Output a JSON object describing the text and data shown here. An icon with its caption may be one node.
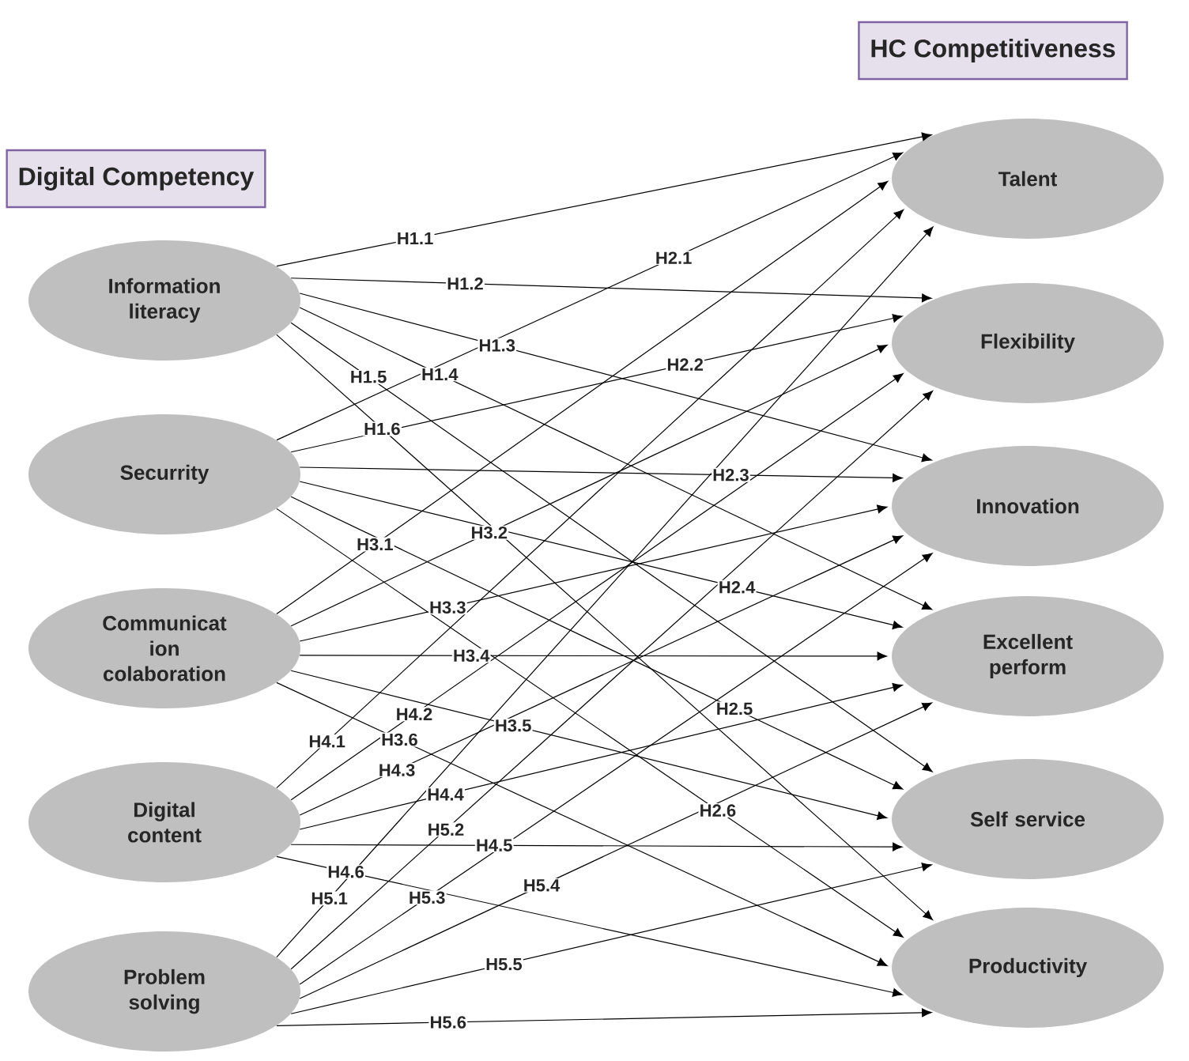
{
  "diagram": {
    "nodes": [
      {
        "text": [
          "Digital Competency"
        ]
      },
      {
        "text": [
          "HC Competitiveness"
        ]
      },
      {
        "text": [
          "Information literacy"
        ]
      },
      {
        "text": [
          "Securrity"
        ]
      },
      {
        "text": [
          "Communicat ion colaboration"
        ]
      },
      {
        "text": [
          "Digital content"
        ]
      },
      {
        "text": [
          "Problem solving"
        ]
      },
      {
        "text": [
          "Talent"
        ]
      },
      {
        "text": [
          "Flexibility"
        ]
      },
      {
        "text": [
          "Innovation"
        ]
      },
      {
        "text": [
          "Excellent perform"
        ]
      },
      {
        "text": [
          "Self service"
        ]
      },
      {
        "text": [
          "Productivity"
        ]
      }
    ],
    "edges": [
      {
        "from": 2,
        "to": 7,
        "arrow": "to",
        "label": "H1.1"
      },
      {
        "from": 2,
        "to": 8,
        "arrow": "to",
        "label": "H1.2"
      },
      {
        "from": 2,
        "to": 9,
        "arrow": "to",
        "label": "H1.3"
      },
      {
        "from": 2,
        "to": 10,
        "arrow": "to",
        "label": "H1.4"
      },
      {
        "from": 2,
        "to": 11,
        "arrow": "to",
        "label": "H1.5"
      },
      {
        "from": 2,
        "to": 12,
        "arrow": "to",
        "label": "H1.6"
      },
      {
        "from": 3,
        "to": 7,
        "arrow": "to",
        "label": "H2.1"
      },
      {
        "from": 3,
        "to": 8,
        "arrow": "to",
        "label": "H2.2"
      },
      {
        "from": 3,
        "to": 9,
        "arrow": "to",
        "label": "H2.3"
      },
      {
        "from": 3,
        "to": 10,
        "arrow": "to",
        "label": "H2.4"
      },
      {
        "from": 3,
        "to": 11,
        "arrow": "to",
        "label": "H2.5"
      },
      {
        "from": 3,
        "to": 12,
        "arrow": "to",
        "label": "H2.6"
      },
      {
        "from": 4,
        "to": 7,
        "arrow": "to",
        "label": "H3.1"
      },
      {
        "from": 4,
        "to": 8,
        "arrow": "to",
        "label": "H3.2"
      },
      {
        "from": 4,
        "to": 9,
        "arrow": "to",
        "label": "H3.3"
      },
      {
        "from": 4,
        "to": 10,
        "arrow": "to",
        "label": "H3.4"
      },
      {
        "from": 4,
        "to": 11,
        "arrow": "to",
        "label": "H3.5"
      },
      {
        "from": 4,
        "to": 12,
        "arrow": "to",
        "label": "H3.6"
      },
      {
        "from": 5,
        "to": 7,
        "arrow": "to",
        "label": "H4.1"
      },
      {
        "from": 5,
        "to": 8,
        "arrow": "to",
        "label": "H4.2"
      },
      {
        "from": 5,
        "to": 9,
        "arrow": "to",
        "label": "H4.3"
      },
      {
        "from": 5,
        "to": 10,
        "arrow": "to",
        "label": "H4.4"
      },
      {
        "from": 5,
        "to": 11,
        "arrow": "to",
        "label": "H4.5"
      },
      {
        "from": 5,
        "to": 12,
        "arrow": "to",
        "label": "H4.6"
      },
      {
        "from": 6,
        "to": 7,
        "arrow": "to",
        "label": "H5.1"
      },
      {
        "from": 6,
        "to": 8,
        "arrow": "to",
        "label": "H5.2"
      },
      {
        "from": 6,
        "to": 9,
        "arrow": "to",
        "label": "H5.3"
      },
      {
        "from": 6,
        "to": 10,
        "arrow": "to",
        "label": "H5.4"
      },
      {
        "from": 6,
        "to": 11,
        "arrow": "to",
        "label": "H5.5"
      },
      {
        "from": 6,
        "to": 12,
        "arrow": "to",
        "label": "H5.6"
      }
    ]
  }
}
